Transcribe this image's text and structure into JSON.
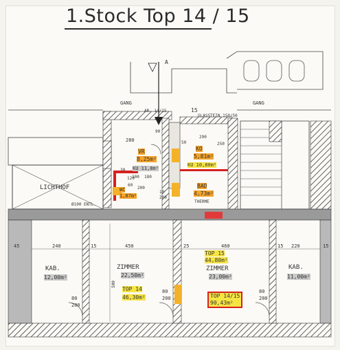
{
  "title": "1.Stock  Top 14 / 15",
  "marker": "A",
  "gang_left": "GANG",
  "gang_right": "GANG",
  "shaft_label": "AR. 14/15",
  "shaft_number": "15",
  "glass_label": "GLASSTEIN 150/50",
  "lichthof": "LICHTHOF",
  "entl": "Ø100 ENTL.",
  "therme": "THERME",
  "rooms": {
    "vr": {
      "name": "VR",
      "area": "8,25m²"
    },
    "ko": {
      "name": "KO",
      "area": "5,81m²"
    },
    "ku_left": "KU 11,8m²",
    "ku_right": "KU 10,80m²",
    "wc": {
      "name": "WC",
      "area": "1,87m²"
    },
    "bad": {
      "name": "BAD",
      "area": "4,73m²"
    },
    "kab_left": {
      "name": "KAB.",
      "area": "12,00m²"
    },
    "zimmer_left": {
      "name": "ZIMMER",
      "area": "22,50m²"
    },
    "zimmer_right": {
      "name": "ZIMMER",
      "area": "23,00m²"
    },
    "kab_right": {
      "name": "KAB.",
      "area": "11,00m²"
    }
  },
  "tops": {
    "top14": {
      "name": "TOP 14",
      "area": "46,30m²"
    },
    "top15": {
      "name": "TOP 15",
      "area": "44,80m²"
    },
    "total": {
      "name": "TOP 14/15",
      "area": "90,43m²"
    }
  },
  "dims": {
    "d280": "280",
    "d90": "90",
    "d50": "50",
    "d290": "290",
    "d250": "250",
    "d180a": "180",
    "d100": "100",
    "d120": "120",
    "d30": "30",
    "d60": "60",
    "d200a": "200",
    "d10": "10",
    "d200b": "200",
    "d45": "45",
    "d240": "240",
    "d15a": "15",
    "d450": "450",
    "d25": "25",
    "d460": "460",
    "d15b": "15",
    "d220": "220",
    "d15c": "15",
    "d80a": "80",
    "d200c": "200",
    "d80b": "80",
    "d200d": "200",
    "d80c": "80",
    "d200e": "200",
    "d500": "500"
  }
}
